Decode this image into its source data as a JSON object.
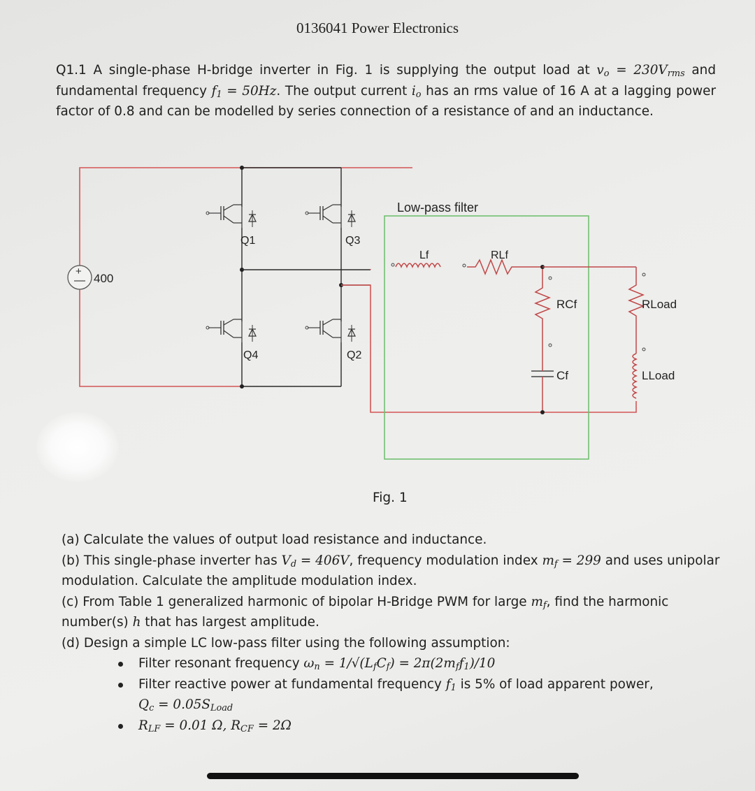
{
  "header": {
    "title": "0136041 Power Electronics"
  },
  "question": {
    "number": "Q1.1",
    "s1": "A single-phase H-bridge inverter in Fig. 1 is supplying the output load at ",
    "vo": "v",
    "vo_sub": "o",
    "eq1": " = 230V",
    "rms_sub": "rms",
    "s2": " and fundamental frequency ",
    "f1": "f",
    "f1_sub": "1",
    "eq2": " = 50Hz",
    "s3": ". The output current ",
    "io": "i",
    "io_sub": "o",
    "s4": " has an rms value of 16 A at a lagging power factor of 0.8 and can be modelled by series connection of a resistance of and an inductance."
  },
  "circuit": {
    "source_value": "400",
    "switches": [
      "Q1",
      "Q3",
      "Q4",
      "Q2"
    ],
    "filter_label": "Low-pass filter",
    "components": {
      "lf": "Lf",
      "rlf": "RLf",
      "rcf": "RCf",
      "cf": "Cf",
      "rload": "RLoad",
      "lload": "LLoad"
    },
    "colors": {
      "wire_red": "#cc4444",
      "filter_box_green": "#6fbf6f",
      "wire_black": "#2a2a2a"
    }
  },
  "fig_caption": "Fig. 1",
  "parts": {
    "a": "(a) Calculate the values of output load resistance and inductance.",
    "b_pre": "(b) This single-phase inverter has ",
    "b_vd": "V",
    "b_vd_sub": "d",
    "b_eq": " = 406V",
    "b_mid": ", frequency modulation index ",
    "b_mf": "m",
    "b_mf_sub": "f",
    "b_eq2": " = 299",
    "b_post": " and uses unipolar modulation. Calculate the amplitude modulation index.",
    "c_pre": "(c) From Table 1 generalized harmonic of bipolar H-Bridge PWM for large ",
    "c_mf": "m",
    "c_mf_sub": "f",
    "c_mid": ", find the harmonic number(s) ",
    "c_h": "h",
    "c_post": " that has largest amplitude.",
    "d": "(d) Design a simple LC low-pass filter using the following assumption:",
    "bullet1_pre": "Filter resonant frequency ",
    "bullet1_math": "ω",
    "bullet1_math_sub": "n",
    "bullet1_eq": " = 1/√(L",
    "bullet1_lf_sub": "f",
    "bullet1_c": "C",
    "bullet1_cf_sub": "f",
    "bullet1_rest": ") = 2π(2m",
    "bullet1_mf_sub": "f",
    "bullet1_f": "f",
    "bullet1_f1_sub": "1",
    "bullet1_end": ")/10",
    "bullet2_pre": "Filter reactive power at fundamental frequency ",
    "bullet2_f": "f",
    "bullet2_f1_sub": "1",
    "bullet2_post": " is 5% of load apparent power,",
    "bullet2_q": "Q",
    "bullet2_q_sub": "c",
    "bullet2_eq": " = 0.05S",
    "bullet2_load_sub": "Load",
    "bullet3_r1": "R",
    "bullet3_r1_sub": "LF",
    "bullet3_eq1": " = 0.01 Ω, ",
    "bullet3_r2": "R",
    "bullet3_r2_sub": "CF",
    "bullet3_eq2": " = 2Ω"
  }
}
